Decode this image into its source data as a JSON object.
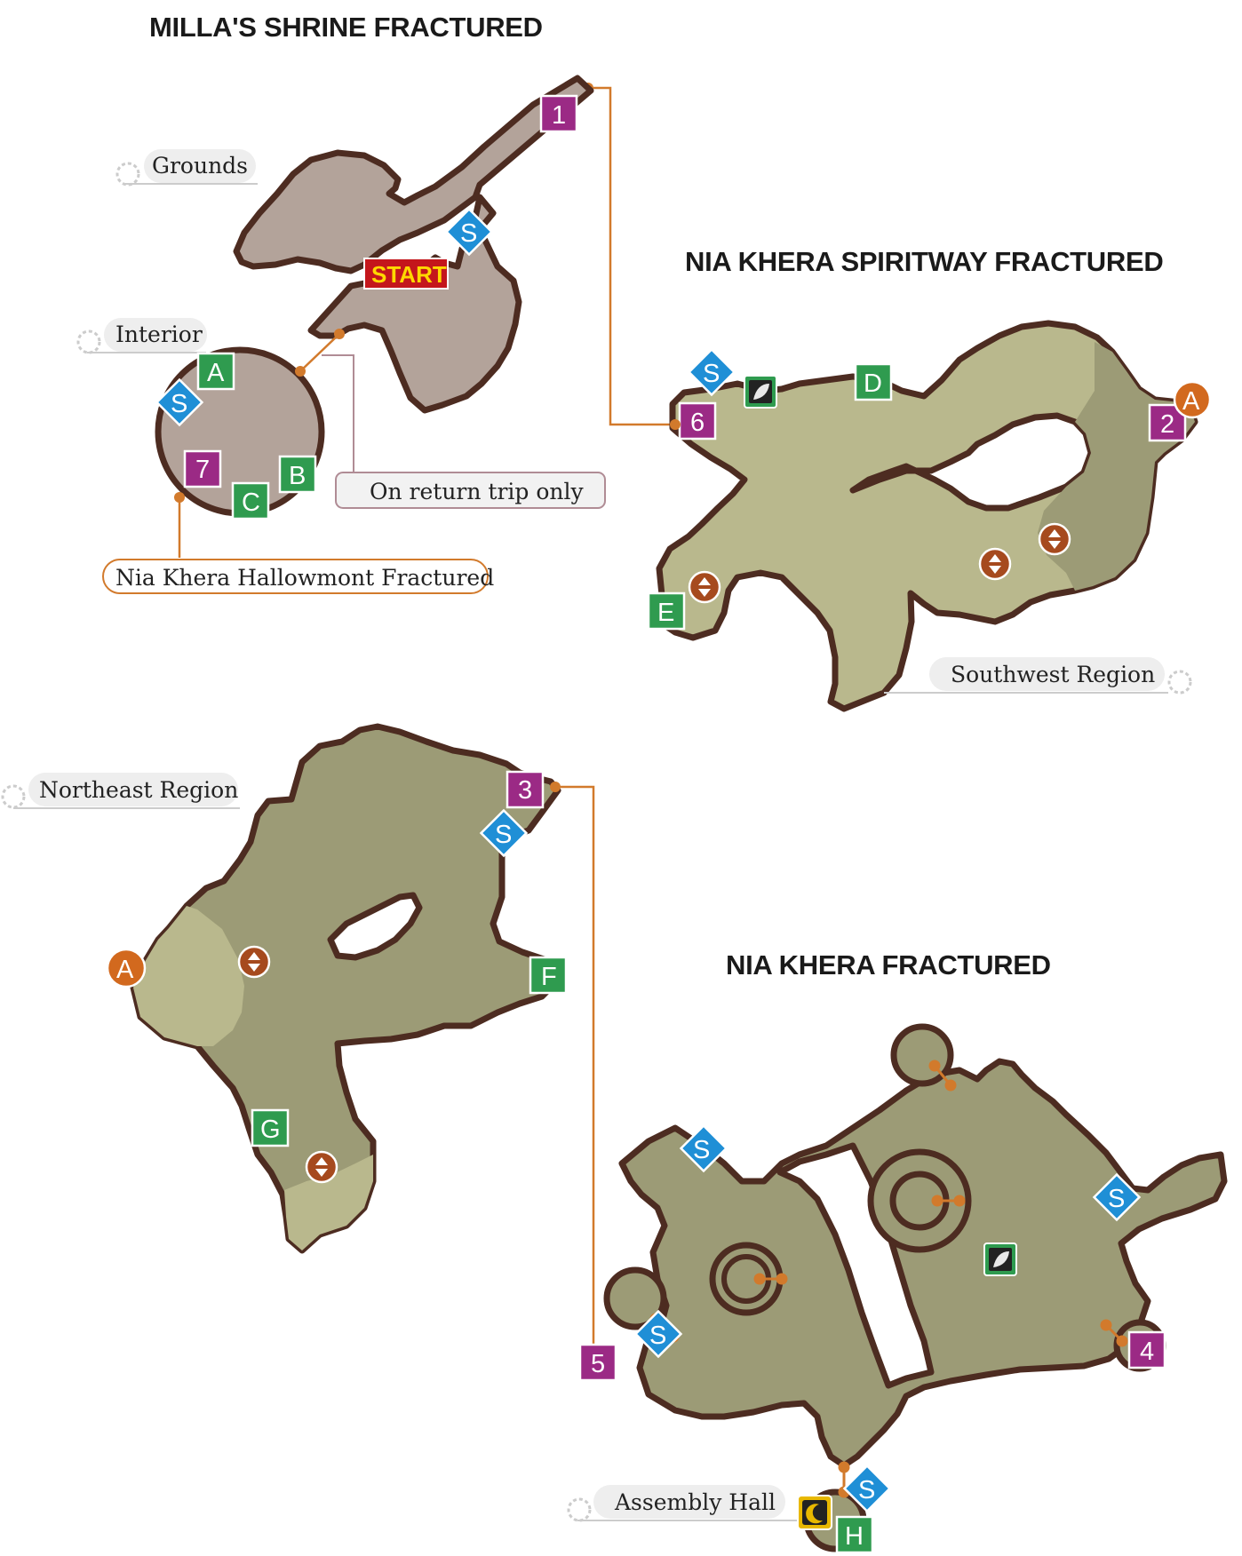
{
  "titles": {
    "shrine": "MILLA'S SHRINE FRACTURED",
    "spiritway": "NIA KHERA SPIRITWAY FRACTURED",
    "nia_khera": "NIA KHERA FRACTURED"
  },
  "area_labels": {
    "grounds": "Grounds",
    "interior": "Interior",
    "return_trip": "On return trip only",
    "hallowmont": "Nia Khera Hallowmont Fractured",
    "southwest": "Southwest Region",
    "northeast": "Northeast Region",
    "assembly": "Assembly Hall"
  },
  "start_label": "START",
  "exits": {
    "e1": "1",
    "e2": "2",
    "e3": "3",
    "e4": "4",
    "e5": "5",
    "e6": "6",
    "e7": "7"
  },
  "items": {
    "a": "A",
    "b": "B",
    "c": "C",
    "d": "D",
    "e": "E",
    "f": "F",
    "g": "G",
    "h": "H"
  },
  "save_point": "S",
  "area_link": "A",
  "colors": {
    "exit_marker": "#9b2a85",
    "item_marker": "#2f9b4f",
    "save_marker": "#1f8fd6",
    "area_link_marker": "#d2691e",
    "route_line": "#d27a2c",
    "shrine_floor": "#b3a39a",
    "region_floor_dark": "#9c9b76",
    "region_floor_light": "#b9b88d",
    "map_border": "#4d2c21"
  }
}
